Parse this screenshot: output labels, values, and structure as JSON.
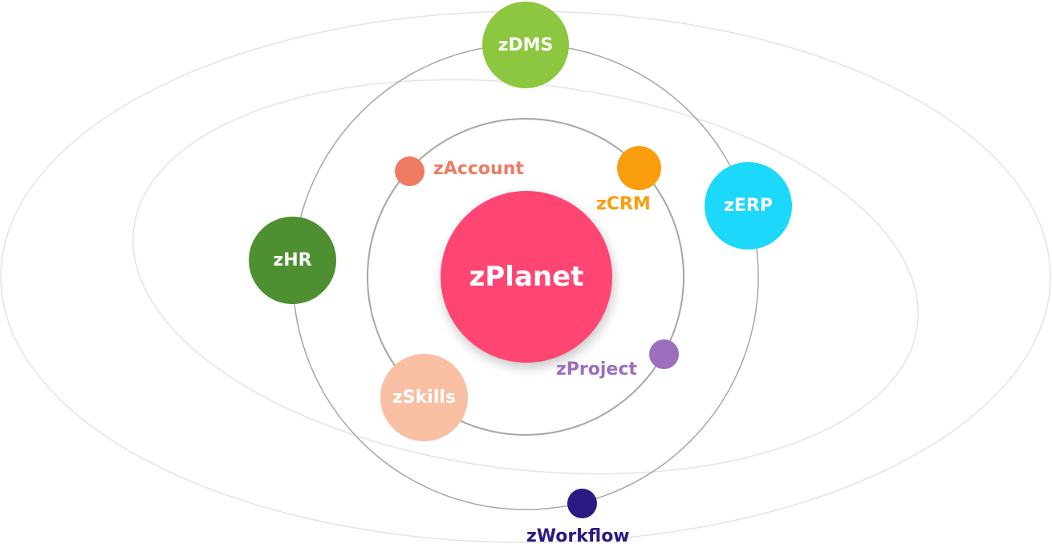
{
  "center": {
    "label": "zPlanet",
    "color": "#ff4572"
  },
  "planets": {
    "zdms": {
      "label": "zDMS",
      "color": "#8dc63f"
    },
    "zerp": {
      "label": "zERP",
      "color": "#1cd8fa"
    },
    "zhr": {
      "label": "zHR",
      "color": "#4e8f32"
    },
    "zskills": {
      "label": "zSkills",
      "color": "#f8bfa3"
    },
    "zaccount": {
      "label": "zAccount",
      "color": "#ef7a63"
    },
    "zcrm": {
      "label": "zCRM",
      "color": "#f99d0c"
    },
    "zproject": {
      "label": "zProject",
      "color": "#9b6fbd"
    },
    "zworkflow": {
      "label": "zWorkflow",
      "color": "#2b1a84"
    }
  },
  "colors": {
    "orbit_dark": "#a6a6a6",
    "orbit_light": "#e3e3e3"
  }
}
